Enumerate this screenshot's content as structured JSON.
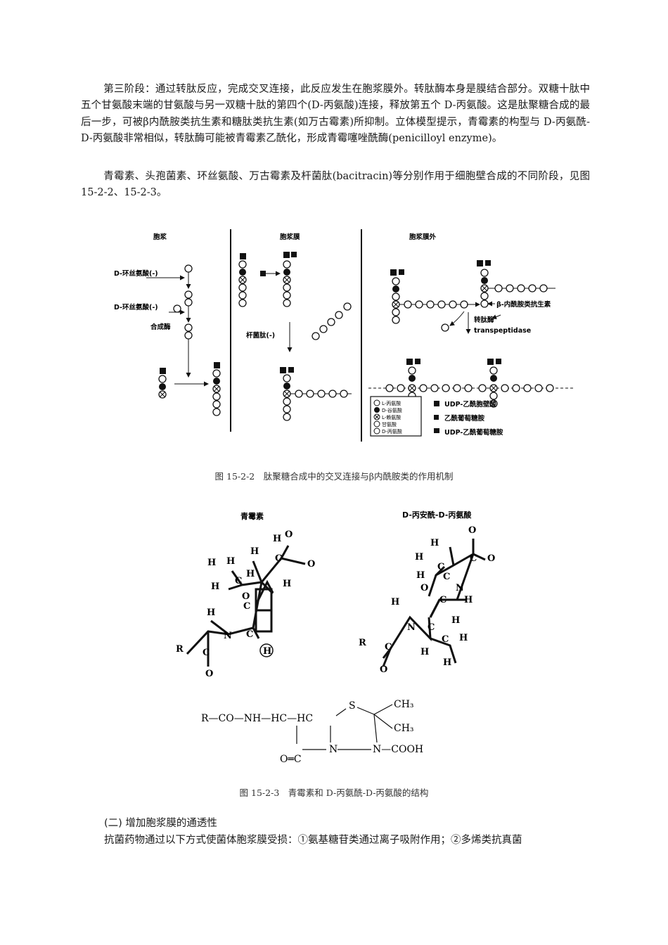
{
  "paragraphs": {
    "p1": "第三阶段：通过转肽反应，完成交叉连接，此反应发生在胞浆膜外。转肽酶本身是膜结合部分。双糖十肽中五个甘氨酸末端的甘氨酸与另一双糖十肽的第四个(D-丙氨酸)连接，释放第五个 D-丙氨酸。这是肽聚糖合成的最后一步，可被β内酰胺类抗生素和糖肽类抗生素(如万古霉素)所抑制。立体模型提示，青霉素的构型与 D-丙氨酰-D-丙氨酸非常相似，转肽酶可能被青霉素乙酰化，形成青霉噻唑酰酶(penicilloyl enzyme)。",
    "p2": "青霉素、头孢菌素、环丝氨酸、万古霉素及杆菌肽(bacitracin)等分别作用于细胞壁合成的不同阶段，见图 15-2-2、15-2-3。"
  },
  "figure1": {
    "col_labels": [
      "胞浆",
      "胞浆膜",
      "胞浆膜外"
    ],
    "cycloserine_1": "D-环丝氨酸(-)",
    "cycloserine_2": "D-环丝氨酸(-)",
    "synthase": "合成酶",
    "bacitracin": "杆菌肽(-)",
    "beta_lactam": "β-内酰胺类抗生素",
    "transpeptidase_cn": "转肽酶",
    "transpeptidase_en": "transpeptidase",
    "legend_circles": [
      "L-丙氨酸",
      "D-谷氨酸",
      "L-赖氨酸",
      "甘氨酸",
      "D-丙氨酸"
    ],
    "legend_squares": [
      "UDP-乙酰胞壁酸",
      "乙酰葡萄糖胺",
      "UDP-乙酰葡萄糖胺"
    ],
    "caption": "图 15-2-2　肽聚糖合成中的交叉连接与β内酰胺类的作用机制"
  },
  "figure2": {
    "title_left": "青霉素",
    "title_right": "D-丙安酰-D-丙氨酸",
    "atoms": {
      "H": "H",
      "C": "C",
      "O": "O",
      "N": "N",
      "R": "R"
    },
    "formula": {
      "r_co_nh": "R—CO—NH—HC—HC",
      "s": "S",
      "ch3": "CH₃",
      "c_eq_o": "O═C",
      "n": "N",
      "n_cooh": "N—COOH"
    },
    "caption": "图 15-2-3　青霉素和 D-丙氨酰-D-丙氨酸的结构"
  },
  "section": {
    "heading": "(二) 增加胞浆膜的通透性",
    "text": "抗菌药物通过以下方式使菌体胞浆膜受损：①氨基糖苷类通过离子吸附作用；②多烯类抗真菌"
  }
}
